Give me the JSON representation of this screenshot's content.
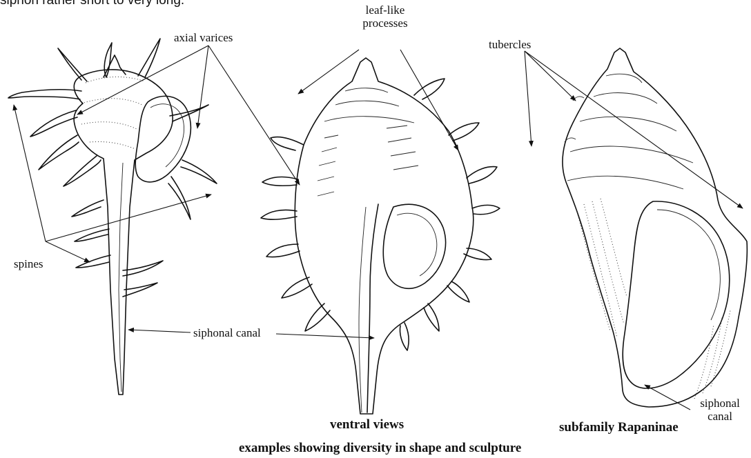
{
  "intro_text": "siphon rather short to very long.",
  "labels": {
    "axial_varices": "axial varices",
    "spines": "spines",
    "siphonal_canal_center": "siphonal canal",
    "leaf_like_line1": "leaf-like",
    "leaf_like_line2": "processes",
    "tubercles": "tubercles",
    "siphonal_canal_right_line1": "siphonal",
    "siphonal_canal_right_line2": "canal"
  },
  "captions": {
    "ventral_views": "ventral views",
    "subfamily": "subfamily Rapaninae",
    "examples": "examples showing diversity in shape and sculpture"
  }
}
